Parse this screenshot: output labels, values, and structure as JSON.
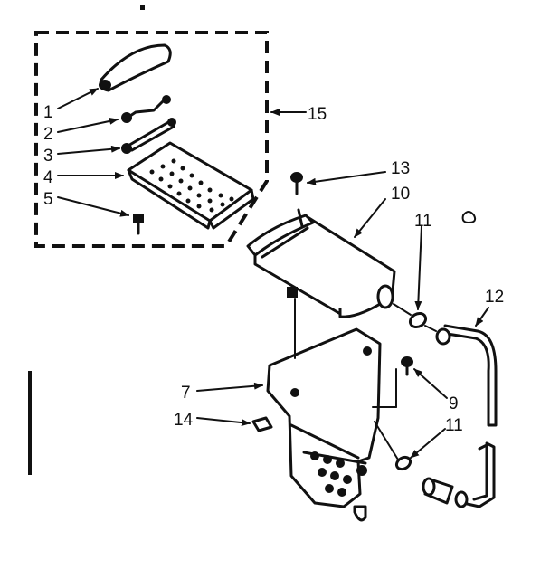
{
  "diagram": {
    "callouts": {
      "c1": "1",
      "c2": "2",
      "c3": "3",
      "c4": "4",
      "c5": "5",
      "c7": "7",
      "c9": "9",
      "c10": "10",
      "c11a": "11",
      "c11b": "11",
      "c12": "12",
      "c13": "13",
      "c14": "14",
      "c15": "15"
    }
  }
}
